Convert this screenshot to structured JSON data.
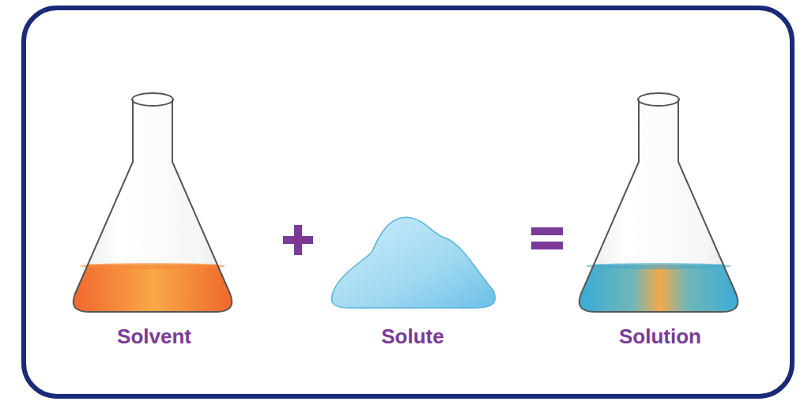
{
  "diagram": {
    "labels": [
      "Solvent",
      "Solute",
      "Solution"
    ]
  }
}
